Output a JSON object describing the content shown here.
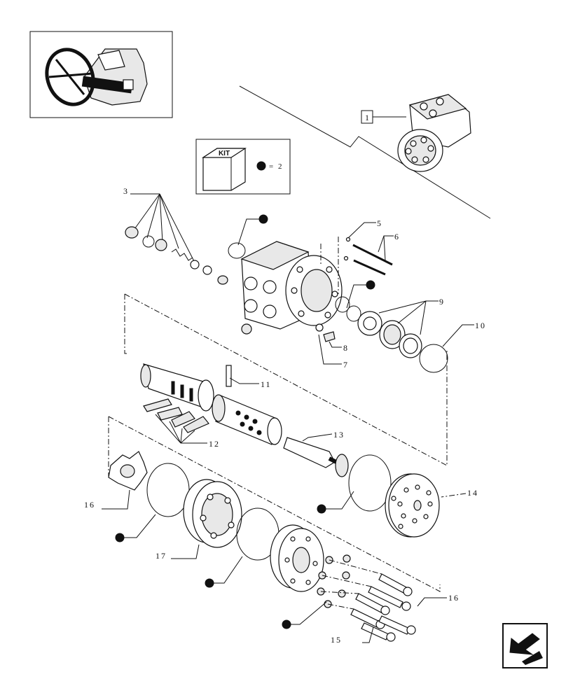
{
  "diagram": {
    "kit_box": {
      "kit_label": "KIT",
      "equals_text": "= 2"
    },
    "reference_label": "1",
    "callouts": [
      "3",
      "5",
      "6",
      "7",
      "8",
      "9",
      "10",
      "11",
      "12",
      "13",
      "14",
      "15",
      "16",
      "16",
      "17"
    ]
  },
  "nav": {
    "arrow_icon": "back-arrow-icon"
  }
}
